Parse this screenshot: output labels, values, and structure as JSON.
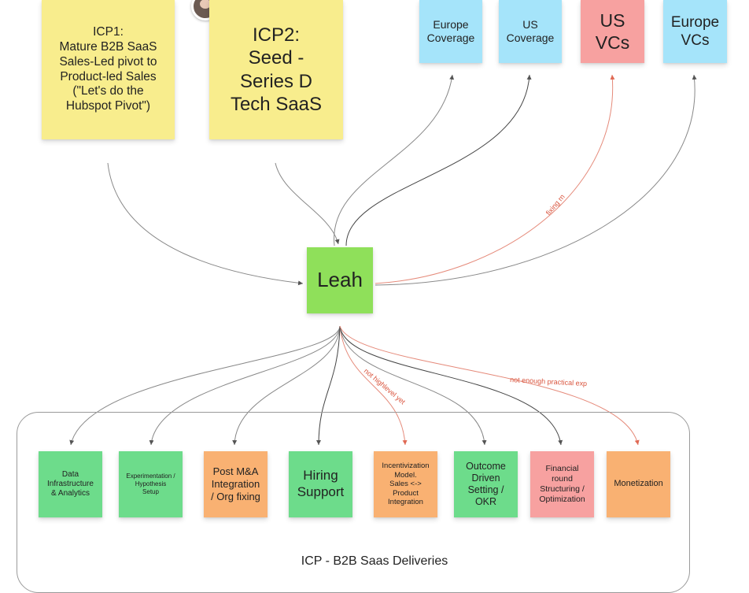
{
  "nodes": {
    "icp1": "ICP1:\nMature B2B SaaS\nSales-Led pivot to\nProduct-led Sales\n(\"Let's do the\nHubspot Pivot\")",
    "icp2": "ICP2:\nSeed -\nSeries D\nTech SaaS",
    "europe_coverage": "Europe\nCoverage",
    "us_coverage": "US\nCoverage",
    "us_vcs": "US\nVCs",
    "europe_vcs": "Europe\nVCs",
    "leah": "Leah",
    "data_infra": "Data\nInfrastructure\n& Analytics",
    "experimentation": "Experimentation /\nHypothesis\nSetup",
    "post_ma": "Post M&A\nIntegration\n/ Org fixing",
    "hiring": "Hiring\nSupport",
    "incentivization": "Incentivization\nModel.\nSales <->\nProduct\nIntegration",
    "outcome": "Outcome\nDriven\nSetting /\nOKR",
    "financial": "Financial\nround\nStructuring /\nOptimization",
    "monetization": "Monetization"
  },
  "edge_labels": {
    "fixing": "fixing rn",
    "not_highlevel": "not highlevel yet",
    "not_enough": "not enough practical exp"
  },
  "frame_title": "ICP - B2B Saas Deliveries",
  "colors": {
    "yellow": "#f8ed8d",
    "blue": "#a5e4fa",
    "red": "#f7a1a0",
    "lime": "#8fe05a",
    "green": "#6ddc8b",
    "orange": "#f9b172",
    "edge_gray": "#7a7a7a",
    "edge_red": "#e58a7a"
  }
}
